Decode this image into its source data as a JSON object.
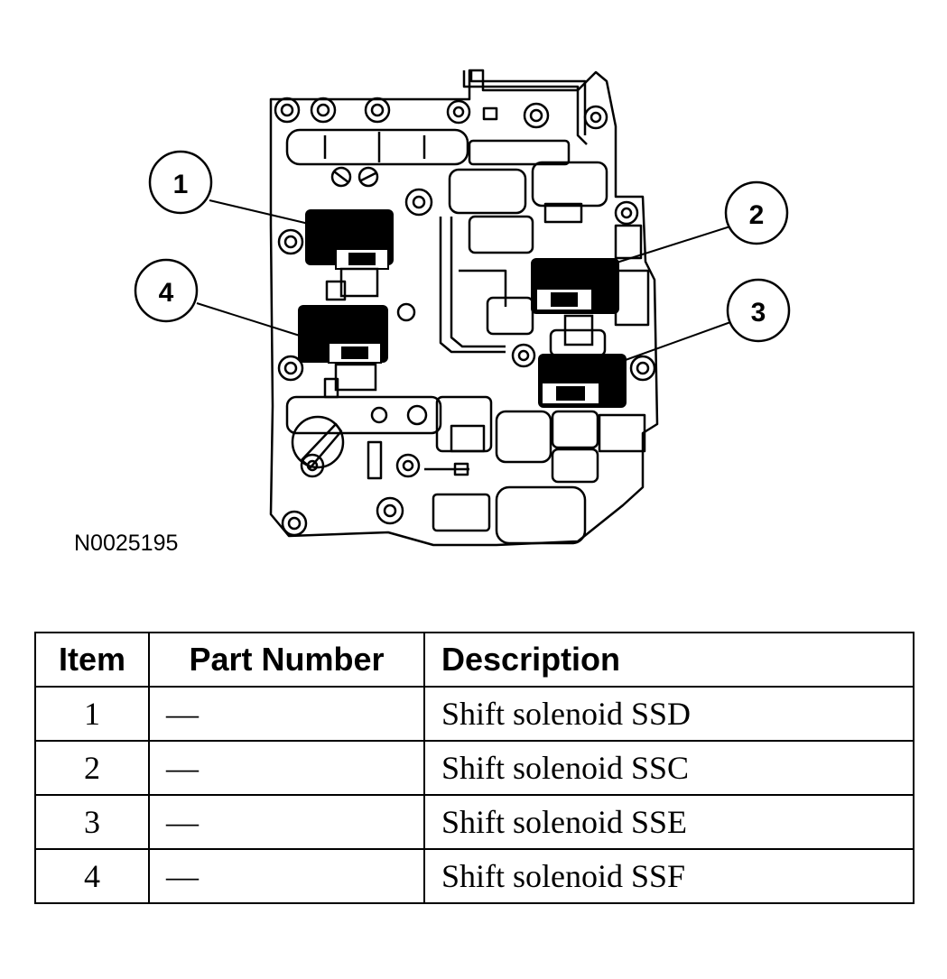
{
  "figure_id": "N0025195",
  "callouts": [
    "1",
    "2",
    "3",
    "4"
  ],
  "table": {
    "headers": [
      "Item",
      "Part Number",
      "Description"
    ],
    "rows": [
      {
        "item": "1",
        "part_number": "—",
        "description": "Shift solenoid SSD"
      },
      {
        "item": "2",
        "part_number": "—",
        "description": "Shift solenoid SSC"
      },
      {
        "item": "3",
        "part_number": "—",
        "description": "Shift solenoid SSE"
      },
      {
        "item": "4",
        "part_number": "—",
        "description": "Shift solenoid SSF"
      }
    ]
  }
}
